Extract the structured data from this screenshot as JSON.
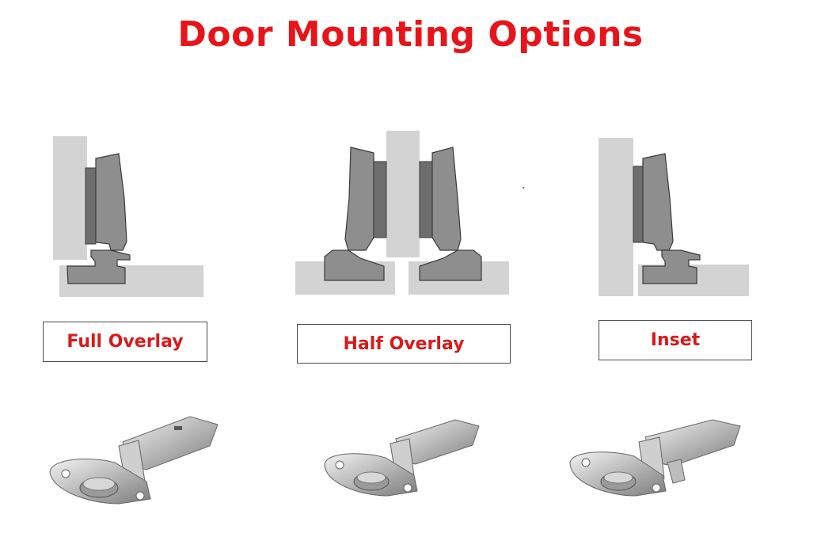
{
  "title": "Door Mounting Options",
  "options": [
    {
      "label": "Full Overlay"
    },
    {
      "label": "Half Overlay"
    },
    {
      "label": "Inset"
    }
  ],
  "colors": {
    "title": "#e8141a",
    "label_text": "#d81a1a",
    "panel_light": "#d3d3d3",
    "hinge_mid": "#8e8e8e",
    "hinge_dark": "#6e6e6e",
    "outline": "#3a3a3a"
  }
}
